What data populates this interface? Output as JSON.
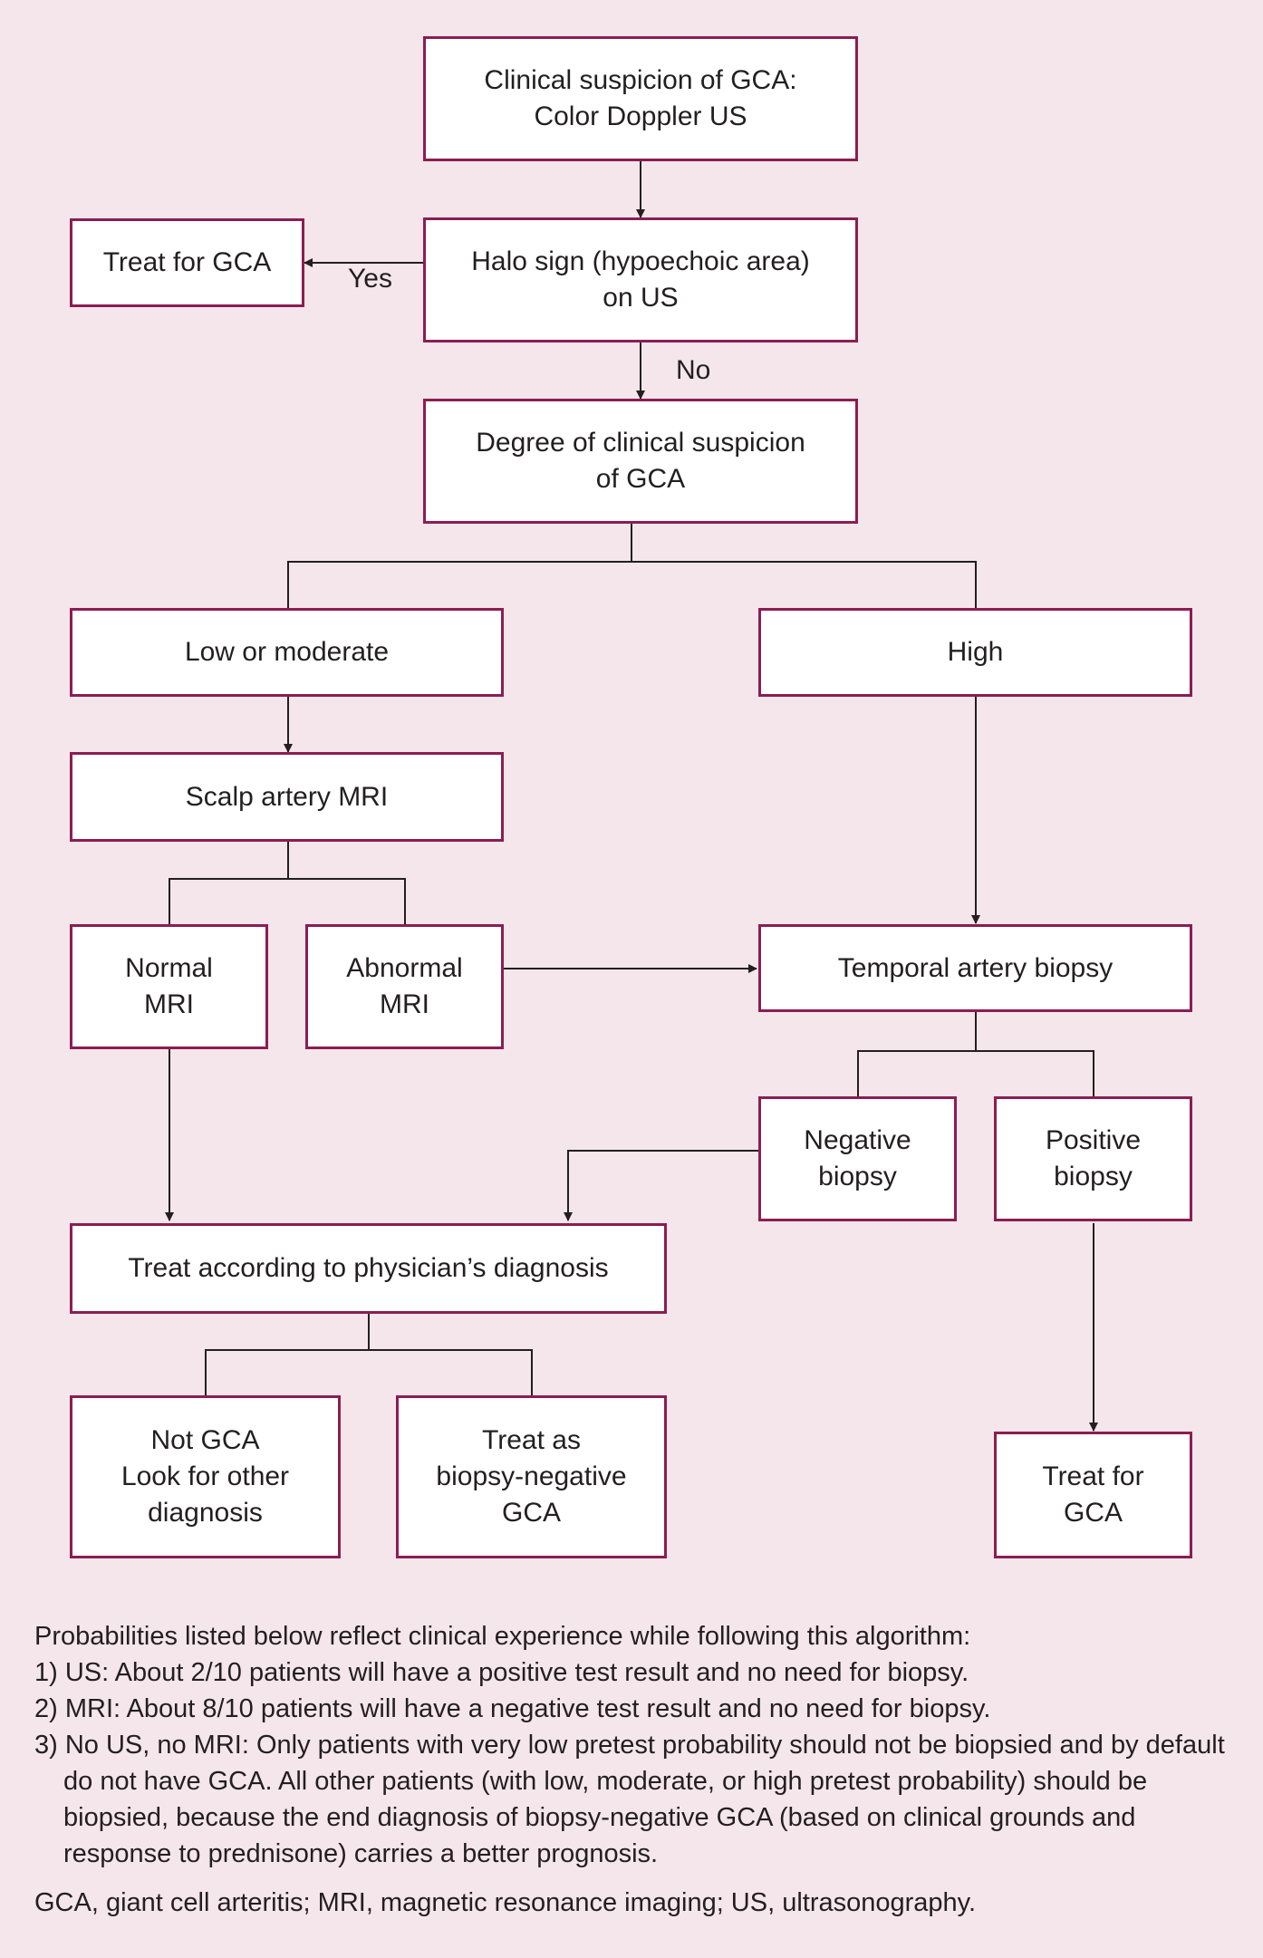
{
  "colors": {
    "background": "#f5e6ec",
    "box_border": "#8c1d52",
    "box_fill": "#ffffff",
    "arrow": "#231f20"
  },
  "nodes": {
    "clinical_suspicion": "Clinical suspicion of GCA:\nColor Doppler US",
    "halo_sign": "Halo sign (hypoechoic area)\non US",
    "treat_gca_top": "Treat for GCA",
    "degree_suspicion": "Degree of clinical suspicion\nof GCA",
    "low_moderate": "Low or moderate",
    "high": "High",
    "scalp_mri": "Scalp artery MRI",
    "normal_mri": "Normal\nMRI",
    "abnormal_mri": "Abnormal\nMRI",
    "temporal_biopsy": "Temporal artery biopsy",
    "negative_biopsy": "Negative\nbiopsy",
    "positive_biopsy": "Positive\nbiopsy",
    "treat_physician": "Treat according to physician’s diagnosis",
    "not_gca": "Not GCA\nLook for other\ndiagnosis",
    "biopsy_negative_gca": "Treat as\nbiopsy-negative\nGCA",
    "treat_gca_bottom": "Treat for\nGCA"
  },
  "edge_labels": {
    "yes": "Yes",
    "no": "No"
  },
  "notes": {
    "intro": "Probabilities listed below reflect clinical experience while following this algorithm:",
    "items": [
      "1) US: About 2/10 patients will have a positive test result and no need for biopsy.",
      "2) MRI: About 8/10 patients will have a negative test result and no need for biopsy.",
      "3) No US, no MRI: Only patients with very low pretest probability should not be biopsied and by default do not have GCA. All other patients (with low, moderate, or high pretest probability) should be biopsied, because the end diagnosis of biopsy-negative GCA (based on clinical grounds and response to prednisone) carries a better prognosis."
    ],
    "abbreviations": "GCA, giant cell arteritis; MRI, magnetic resonance imaging; US, ultrasonography."
  }
}
